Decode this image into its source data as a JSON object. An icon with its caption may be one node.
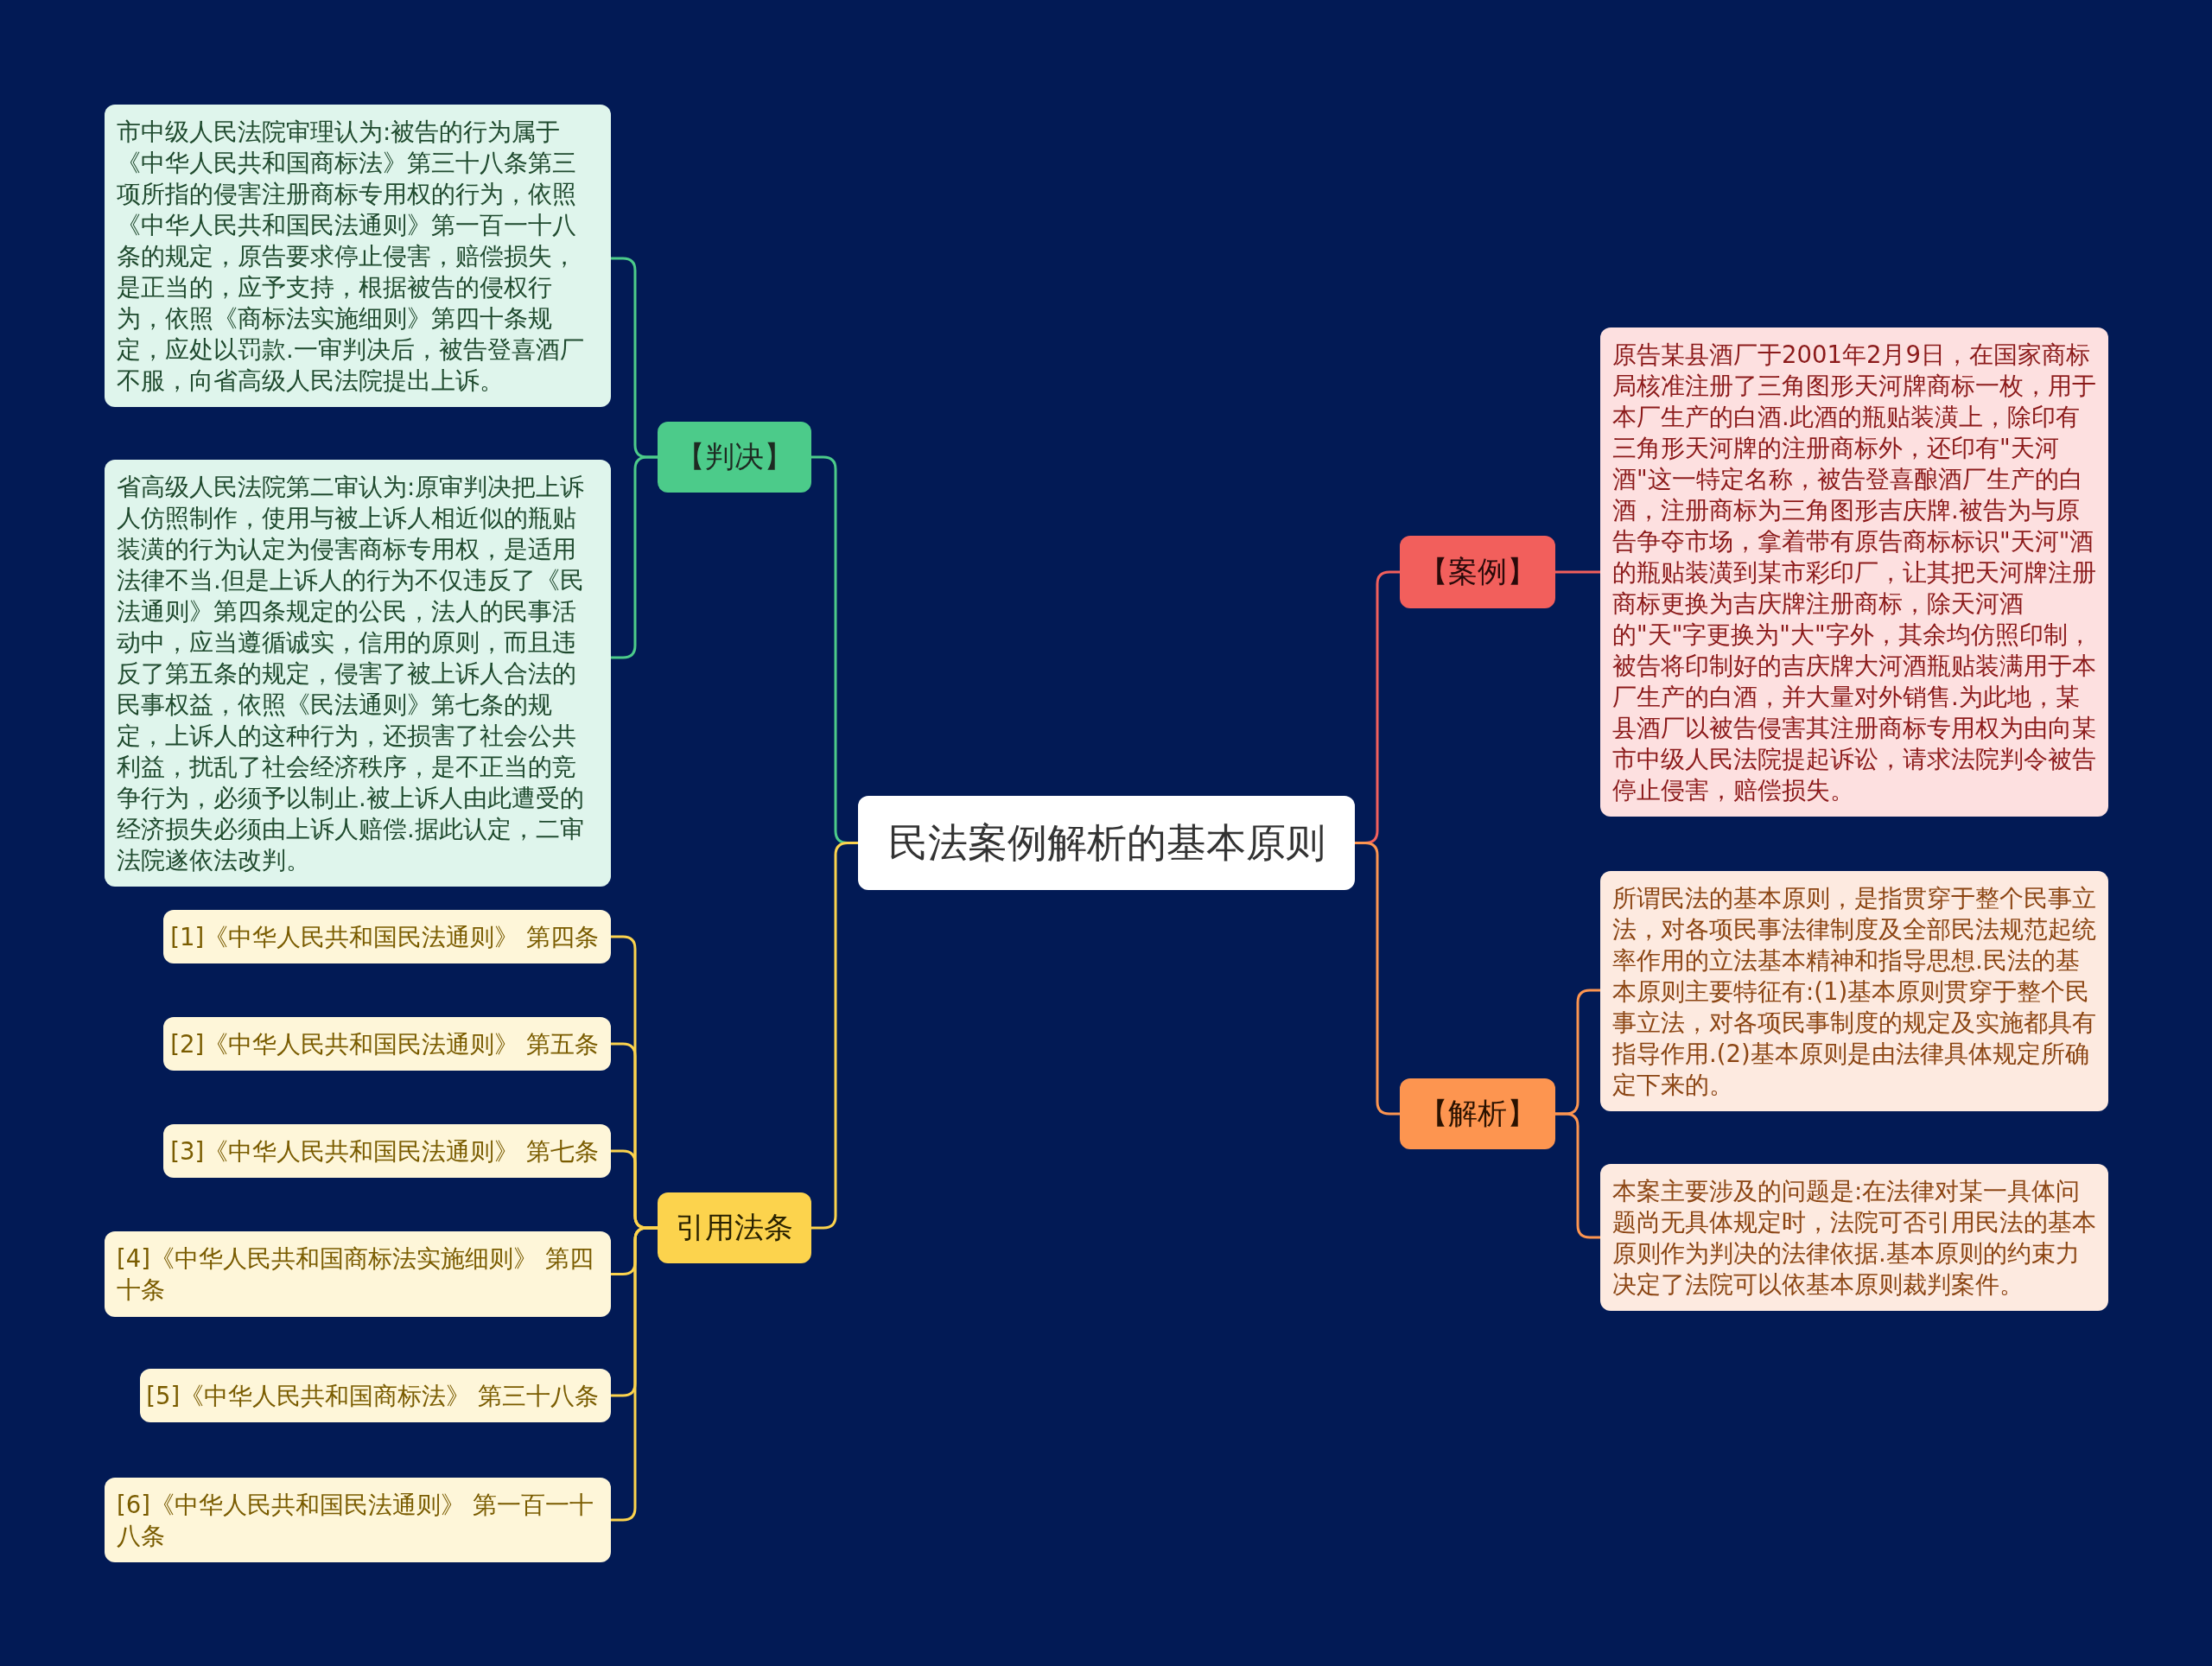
{
  "diagram": {
    "nodes": [
      {
        "text": [
          "民法案例解析的基本原则"
        ]
      },
      {
        "text": [
          "【判决】"
        ]
      },
      {
        "text": [
          "市中级人民法院审理认为:被告的行为属于《中华人民共和国商标法》第三十八条第三项所指的侵害注册商标专用权的行为，依照《中华人民共和国民法通则》第一百一十八条的规定，原告要求停止侵害，赔偿损失，是正当的，应予支持，根据被告的侵权行为，依照《商标法实施细则》第四十条规定，应处以罚款.一审判决后，被告登喜酒厂不服，向省高级人民法院提出上诉。"
        ]
      },
      {
        "text": [
          "省高级人民法院第二审认为:原审判决把上诉人仿照制作，使用与被上诉人相近似的瓶贴装潢的行为认定为侵害商标专用权，是适用法律不当.但是上诉人的行为不仅违反了《民法通则》第四条规定的公民，法人的民事活动中，应当遵循诚实，信用的原则，而且违反了第五条的规定，侵害了被上诉人合法的民事权益，依照《民法通则》第七条的规定，上诉人的这种行为，还损害了社会公共利益，扰乱了社会经济秩序，是不正当的竞争行为，必须予以制止.被上诉人由此遭受的经济损失必须由上诉人赔偿.据此认定，二审法院遂依法改判。"
        ]
      },
      {
        "text": [
          "引用法条"
        ]
      },
      {
        "text": [
          "[1]《中华人民共和国民法通则》 第四条"
        ]
      },
      {
        "text": [
          "[2]《中华人民共和国民法通则》 第五条"
        ]
      },
      {
        "text": [
          "[3]《中华人民共和国民法通则》 第七条"
        ]
      },
      {
        "text": [
          "[4]《中华人民共和国商标法实施细则》 第四十条"
        ]
      },
      {
        "text": [
          "[5]《中华人民共和国商标法》 第三十八条"
        ]
      },
      {
        "text": [
          "[6]《中华人民共和国民法通则》 第一百一十八条"
        ]
      },
      {
        "text": [
          "【案例】"
        ]
      },
      {
        "text": [
          "原告某县酒厂于2001年2月9日，在国家商标局核准注册了三角图形天河牌商标一枚，用于本厂生产的白酒.此酒的瓶贴装潢上，除印有三角形天河牌的注册商标外，还印有\"天河酒\"这一特定名称，被告登喜酿酒厂生产的白酒，注册商标为三角图形吉庆牌.被告为与原告争夺市场，拿着带有原告商标标识\"天河\"酒的瓶贴装潢到某市彩印厂，让其把天河牌注册商标更换为吉庆牌注册商标，除天河酒的\"天\"字更换为\"大\"字外，其余均仿照印制，被告将印制好的吉庆牌大河酒瓶贴装满用于本厂生产的白酒，并大量对外销售.为此地，某县酒厂以被告侵害其注册商标专用权为由向某市中级人民法院提起诉讼，请求法院判令被告停止侵害，赔偿损失。"
        ]
      },
      {
        "text": [
          "【解析】"
        ]
      },
      {
        "text": [
          "所谓民法的基本原则，是指贯穿于整个民事立法，对各项民事法律制度及全部民法规范起统率作用的立法基本精神和指导思想.民法的基本原则主要特征有:(1)基本原则贯穿于整个民事立法，对各项民事制度的规定及实施都具有指导作用.(2)基本原则是由法律具体规定所确定下来的。"
        ]
      },
      {
        "text": [
          "本案主要涉及的问题是:在法律对某一具体问题尚无具体规定时，法院可否引用民法的基本原则作为判决的法律依据.基本原则的约束力决定了法院可以依基本原则裁判案件。"
        ]
      }
    ],
    "edges": [
      {
        "from": 0,
        "to": 1,
        "arrow": "none",
        "color": "#4ccb8a"
      },
      {
        "from": 1,
        "to": 2,
        "arrow": "none",
        "color": "#4ccb8a"
      },
      {
        "from": 1,
        "to": 3,
        "arrow": "none",
        "color": "#4ccb8a"
      },
      {
        "from": 0,
        "to": 4,
        "arrow": "none",
        "color": "#fcd34d"
      },
      {
        "from": 4,
        "to": 5,
        "arrow": "none",
        "color": "#fcd34d"
      },
      {
        "from": 4,
        "to": 6,
        "arrow": "none",
        "color": "#fcd34d"
      },
      {
        "from": 4,
        "to": 7,
        "arrow": "none",
        "color": "#fcd34d"
      },
      {
        "from": 4,
        "to": 8,
        "arrow": "none",
        "color": "#fcd34d"
      },
      {
        "from": 4,
        "to": 9,
        "arrow": "none",
        "color": "#fcd34d"
      },
      {
        "from": 4,
        "to": 10,
        "arrow": "none",
        "color": "#fcd34d"
      },
      {
        "from": 0,
        "to": 11,
        "arrow": "none",
        "color": "#f25f5c"
      },
      {
        "from": 11,
        "to": 12,
        "arrow": "none",
        "color": "#f25f5c"
      },
      {
        "from": 0,
        "to": 13,
        "arrow": "none",
        "color": "#fd9550"
      },
      {
        "from": 13,
        "to": 14,
        "arrow": "none",
        "color": "#fd9550"
      },
      {
        "from": 13,
        "to": 15,
        "arrow": "none",
        "color": "#fd9550"
      }
    ]
  }
}
